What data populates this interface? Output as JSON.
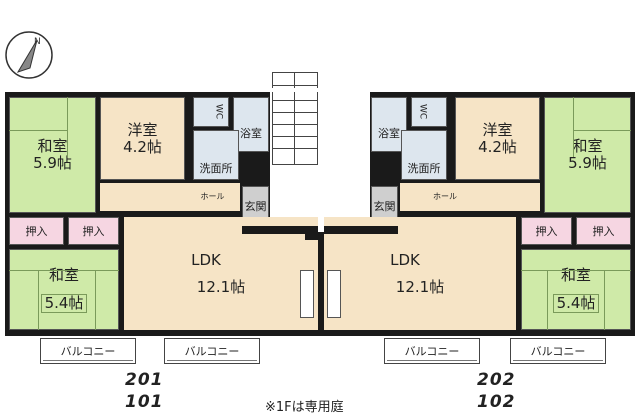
{
  "compass": {
    "icon": "north-arrow-icon"
  },
  "units": [
    {
      "side": "left",
      "numbers": [
        "201",
        "101"
      ],
      "rooms": {
        "washitsu_large": {
          "name": "和室",
          "size": "5.9帖"
        },
        "yoshitsu": {
          "name": "洋室",
          "size": "4.2帖"
        },
        "wc": "WC",
        "bath": "浴室",
        "washroom": "洗面所",
        "hall": "ホール",
        "genkan": "玄関",
        "oshiire": [
          "押入",
          "押入"
        ],
        "washitsu_small": {
          "name": "和室",
          "size": "5.4帖"
        },
        "ldk": {
          "name": "LDK",
          "size": "12.1帖"
        }
      },
      "balconies": [
        "バルコニー",
        "バルコニー"
      ]
    },
    {
      "side": "right",
      "numbers": [
        "202",
        "102"
      ],
      "rooms": {
        "washitsu_large": {
          "name": "和室",
          "size": "5.9帖"
        },
        "yoshitsu": {
          "name": "洋室",
          "size": "4.2帖"
        },
        "wc": "WC",
        "bath": "浴室",
        "washroom": "洗面所",
        "hall": "ホール",
        "genkan": "玄関",
        "oshiire": [
          "押入",
          "押入"
        ],
        "washitsu_small": {
          "name": "和室",
          "size": "5.4帖"
        },
        "ldk": {
          "name": "LDK",
          "size": "12.1帖"
        }
      },
      "balconies": [
        "バルコニー",
        "バルコニー"
      ]
    }
  ],
  "note": "※1Fは専用庭",
  "colors": {
    "washitsu": "#cfeaa8",
    "yoshitsu": "#f6e4c6",
    "wet": "#dde6ee",
    "oshiire": "#f6d6e2",
    "genkan": "#cfcfcf",
    "wall": "#1a1a1a"
  }
}
